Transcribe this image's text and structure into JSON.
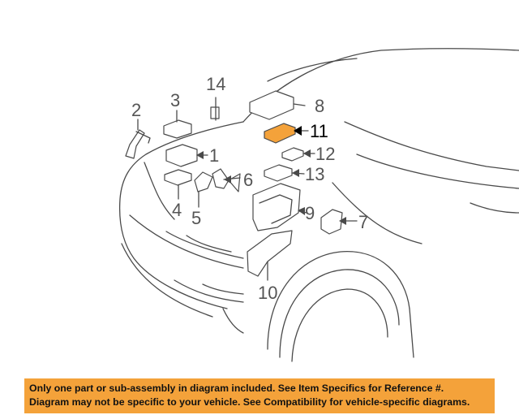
{
  "diagram": {
    "highlight_color": "#f4a23a",
    "highlighted_part": "11",
    "callouts": [
      "1",
      "2",
      "3",
      "4",
      "5",
      "6",
      "7",
      "8",
      "9",
      "10",
      "11",
      "12",
      "13",
      "14"
    ]
  },
  "notice": {
    "line1": "Only one part or sub-assembly in diagram included. See Item Specifics for Reference #.",
    "line2": "Diagram may not be specific to your vehicle. See Compatibility for vehicle-specific diagrams.",
    "background": "#f4a23a"
  }
}
